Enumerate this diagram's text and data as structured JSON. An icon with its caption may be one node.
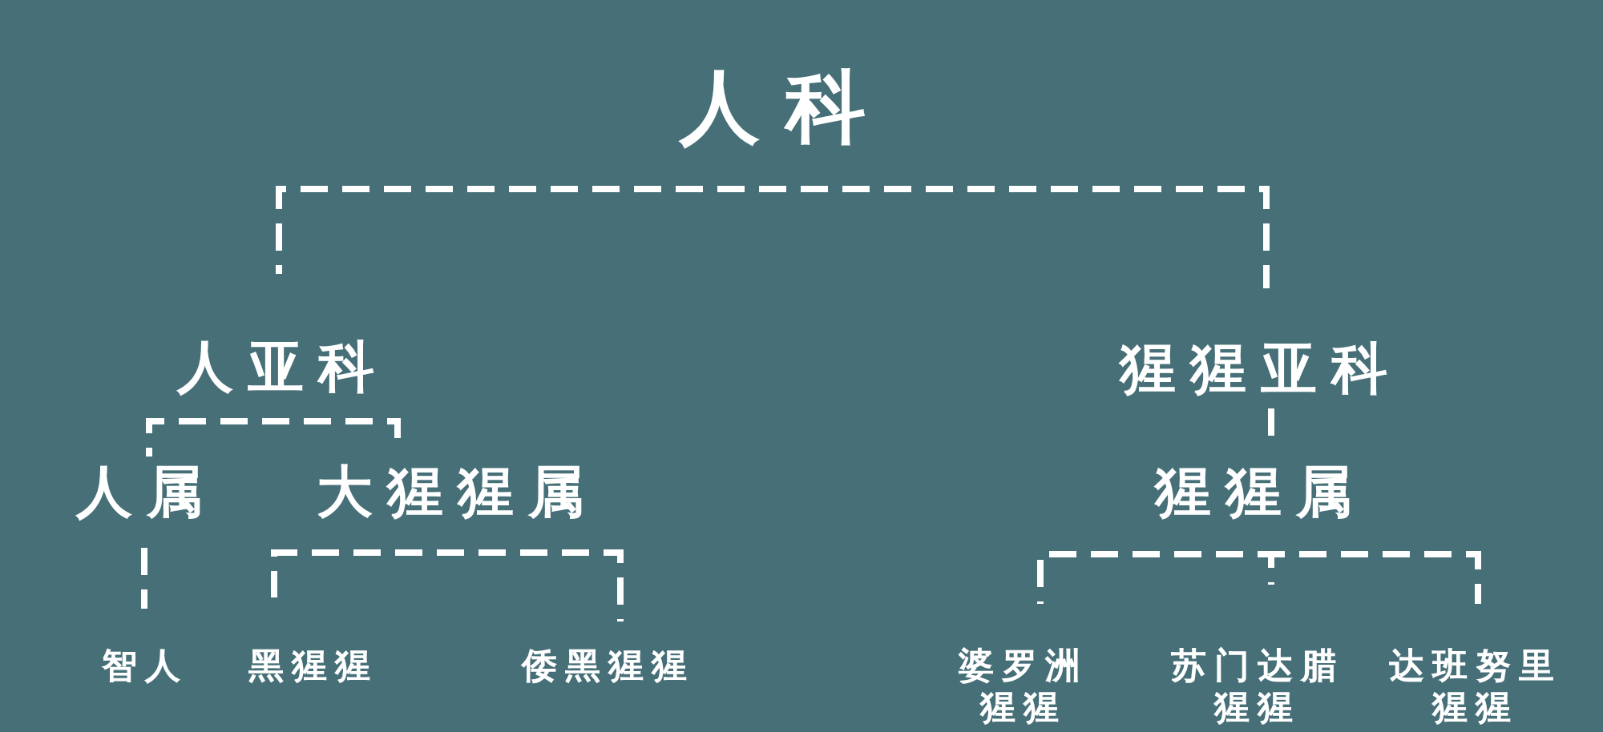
{
  "diagram": {
    "nodes": [
      {
        "text": [
          "人科"
        ]
      },
      {
        "text": [
          "人亚科"
        ]
      },
      {
        "text": [
          "猩猩亚科"
        ]
      },
      {
        "text": [
          "人属"
        ]
      },
      {
        "text": [
          "大猩猩属"
        ]
      },
      {
        "text": [
          "猩猩属"
        ]
      },
      {
        "text": [
          "智人"
        ]
      },
      {
        "text": [
          "黑猩猩"
        ]
      },
      {
        "text": [
          "倭黑猩猩"
        ]
      },
      {
        "text": [
          "婆罗洲猩猩"
        ]
      },
      {
        "text": [
          "苏门达腊猩猩"
        ]
      },
      {
        "text": [
          "达班努里猩猩"
        ]
      }
    ],
    "edges": [
      {
        "from": 0,
        "to": 1,
        "arrow": "none",
        "style": "dashed"
      },
      {
        "from": 0,
        "to": 2,
        "arrow": "none",
        "style": "dashed"
      },
      {
        "from": 1,
        "to": 3,
        "arrow": "none",
        "style": "dashed"
      },
      {
        "from": 1,
        "to": 4,
        "arrow": "none",
        "style": "dashed"
      },
      {
        "from": 2,
        "to": 5,
        "arrow": "none",
        "style": "dashed"
      },
      {
        "from": 3,
        "to": 6,
        "arrow": "none",
        "style": "dashed"
      },
      {
        "from": 4,
        "to": 7,
        "arrow": "none",
        "style": "dashed"
      },
      {
        "from": 4,
        "to": 8,
        "arrow": "none",
        "style": "dashed"
      },
      {
        "from": 5,
        "to": 9,
        "arrow": "none",
        "style": "dashed"
      },
      {
        "from": 5,
        "to": 10,
        "arrow": "none",
        "style": "dashed"
      },
      {
        "from": 5,
        "to": 11,
        "arrow": "none",
        "style": "dashed"
      }
    ]
  }
}
